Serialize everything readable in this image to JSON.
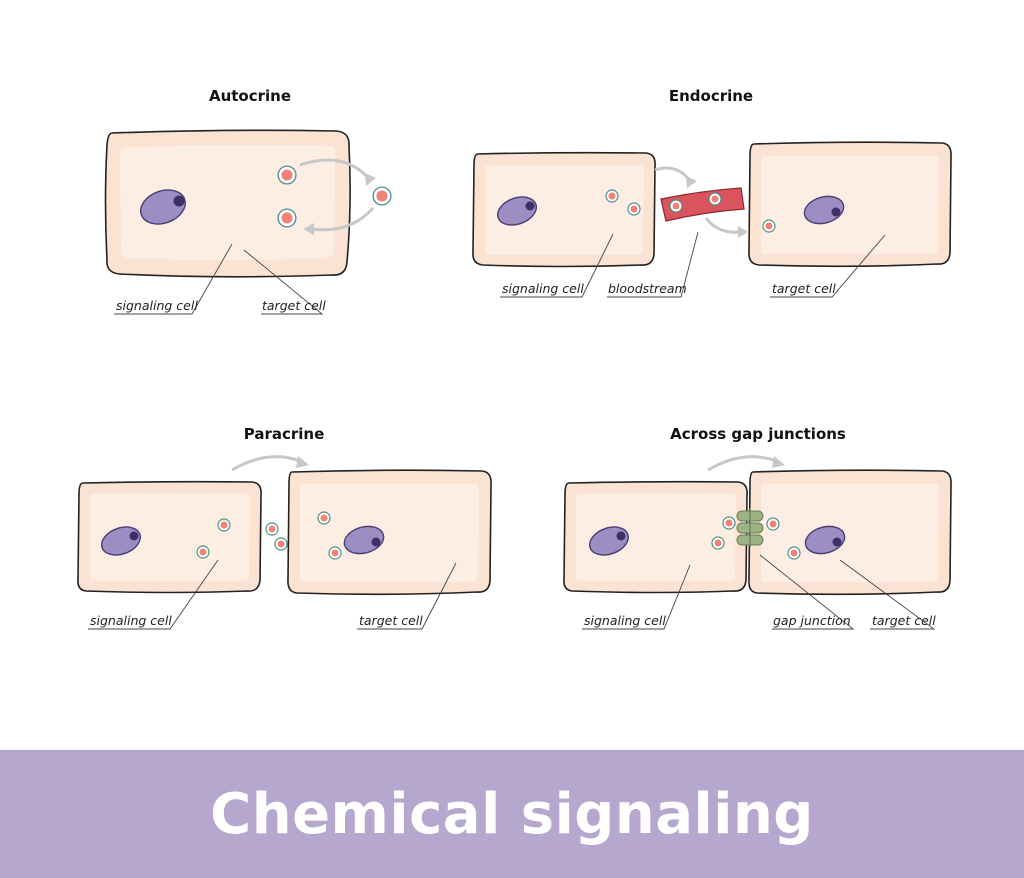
{
  "banner": {
    "title": "Chemical signaling"
  },
  "panels": {
    "autocrine": {
      "title": "Autocrine",
      "label_signaling": "signaling cell",
      "label_target": "target cell"
    },
    "endocrine": {
      "title": "Endocrine",
      "label_signaling": "signaling cell",
      "label_bloodstream": "bloodstream",
      "label_target": "target cell"
    },
    "paracrine": {
      "title": "Paracrine",
      "label_signaling": "signaling cell",
      "label_target": "target cell"
    },
    "gap": {
      "title": "Across gap junctions",
      "label_signaling": "signaling cell",
      "label_gap": "gap junction",
      "label_target": "target cell"
    }
  },
  "colors": {
    "banner": "#b5a7cd",
    "cell": "#fbe3d3",
    "nucleus": "#9c8ec3",
    "molecule": "#f08277",
    "bloodstream": "#d9545d",
    "gap_junction": "#9cb383",
    "arrow": "#c7c7c7"
  }
}
